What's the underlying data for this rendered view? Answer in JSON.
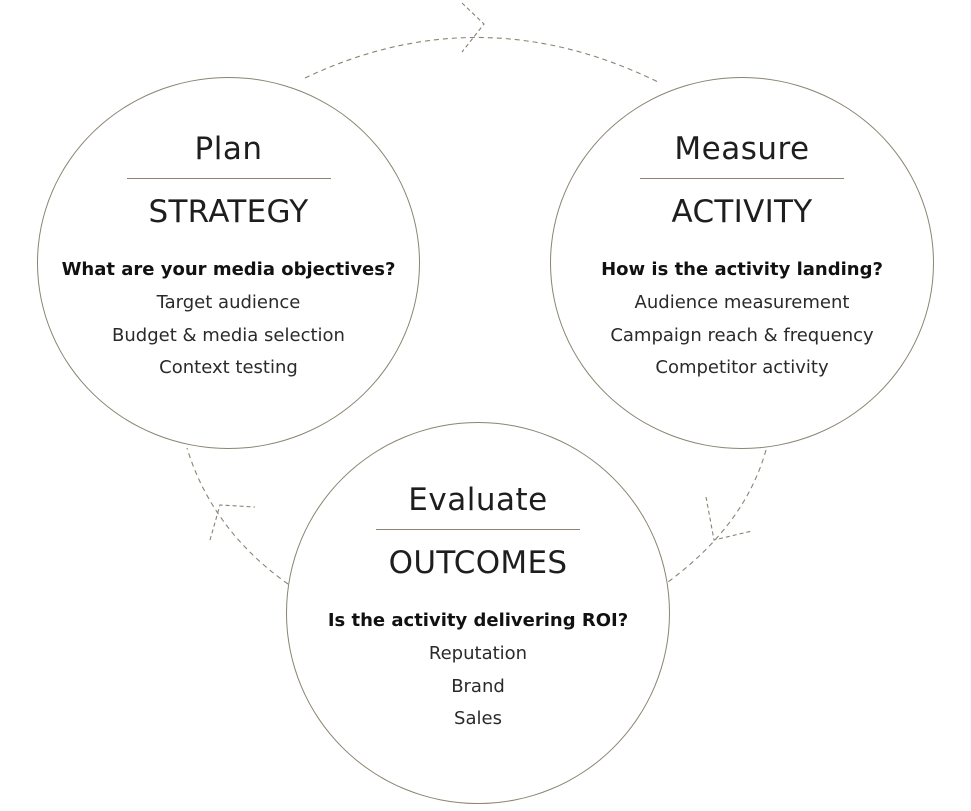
{
  "colors": {
    "stroke": "#8a8471",
    "arrow": "#8a8471",
    "text": "#1e1e1e"
  },
  "nodes": [
    {
      "id": "plan",
      "phase": "Plan",
      "category": "STRATEGY",
      "question": "What are your media objectives?",
      "items": [
        "Target audience",
        "Budget & media selection",
        "Context testing"
      ]
    },
    {
      "id": "measure",
      "phase": "Measure",
      "category": "ACTIVITY",
      "question": "How is the activity landing?",
      "items": [
        "Audience measurement",
        "Campaign reach & frequency",
        "Competitor activity"
      ]
    },
    {
      "id": "evaluate",
      "phase": "Evaluate",
      "category": "OUTCOMES",
      "question": "Is the activity delivering ROI?",
      "items": [
        "Reputation",
        "Brand",
        "Sales"
      ]
    }
  ]
}
